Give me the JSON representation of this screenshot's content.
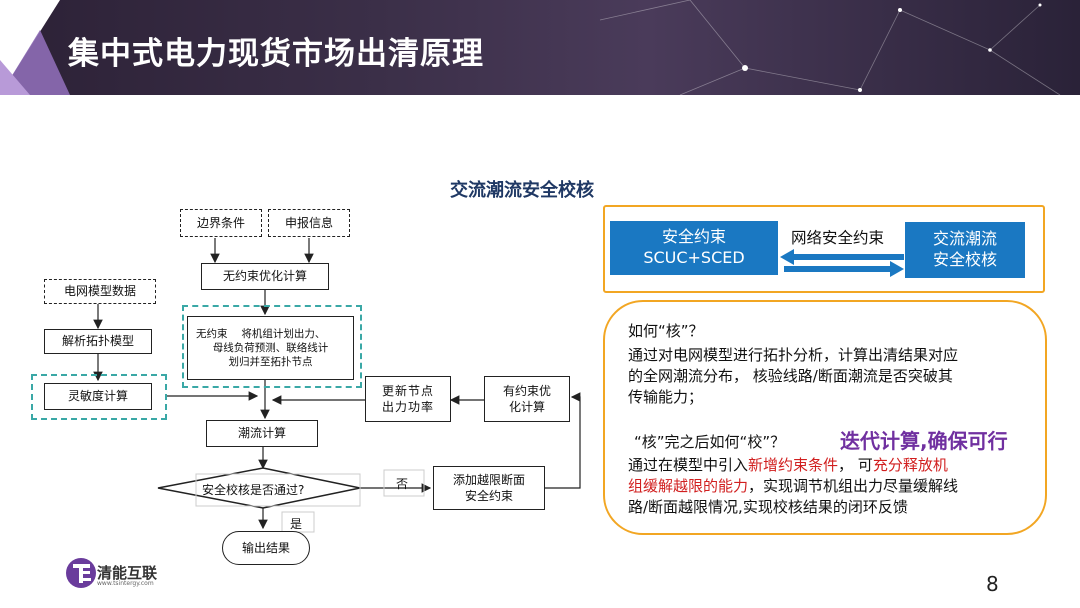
{
  "header": {
    "title": "集中式电力现货市场出清原理"
  },
  "diagram": {
    "title": "交流潮流安全校核",
    "boundary": "边界条件",
    "declare": "申报信息",
    "unconstrained_opt": "无约束优化计算",
    "grid_model_data": "电网模型数据",
    "topology_model": "解析拓扑模型",
    "sensitivity": "灵敏度计算",
    "unconstrained_note": [
      "无约束　 将机组计划出力、",
      "母线负荷预测、联络线计",
      "划归并至拓扑节点"
    ],
    "update_node": [
      "更新节点",
      "出力功率"
    ],
    "constrained_opt": [
      "有约束优",
      "化计算"
    ],
    "power_flow": "潮流计算",
    "security_check": "安全校核是否通过?",
    "no_label": "否",
    "yes_label": "是",
    "add_constraint": [
      "添加越限断面",
      "安全约束"
    ],
    "output": "输出结果"
  },
  "right_top": {
    "left_box": [
      "安全约束",
      "SCUC+SCED"
    ],
    "arrow_label": "网络安全约束",
    "right_box": [
      "交流潮流",
      "安全校核"
    ]
  },
  "right_text": {
    "q1": "如何“核”？",
    "p1_lines": [
      "通过对电网模型进行拓扑分析，计算出清结果对应",
      "的全网潮流分布，  核验线路/断面潮流是否突破其",
      "传输能力；"
    ],
    "q2": "“核”完之后如何“校”？",
    "highlight": "迭代计算,确保可行",
    "p2_l1_a": "通过在模型中引入",
    "p2_l1_red1": "新增约束条件",
    "p2_l1_b": "，  可",
    "p2_l1_red2": "充分释放机",
    "p2_l2_red": "组缓解越限的能力",
    "p2_l2_b": "，实现调节机组出力尽量缓解线",
    "p2_l3": "路/断面越限情况,实现校核结果的闭环反馈"
  },
  "footer": {
    "logo_name": "清能互联",
    "logo_url": "www.tsintergy.com",
    "page_number": "8"
  },
  "colors": {
    "accent_blue": "#1a78c2",
    "panel_border": "#f2a623",
    "highlight": "#7030a0",
    "red_text": "#d11f1f",
    "dash_cyan": "#3aa8a6"
  }
}
